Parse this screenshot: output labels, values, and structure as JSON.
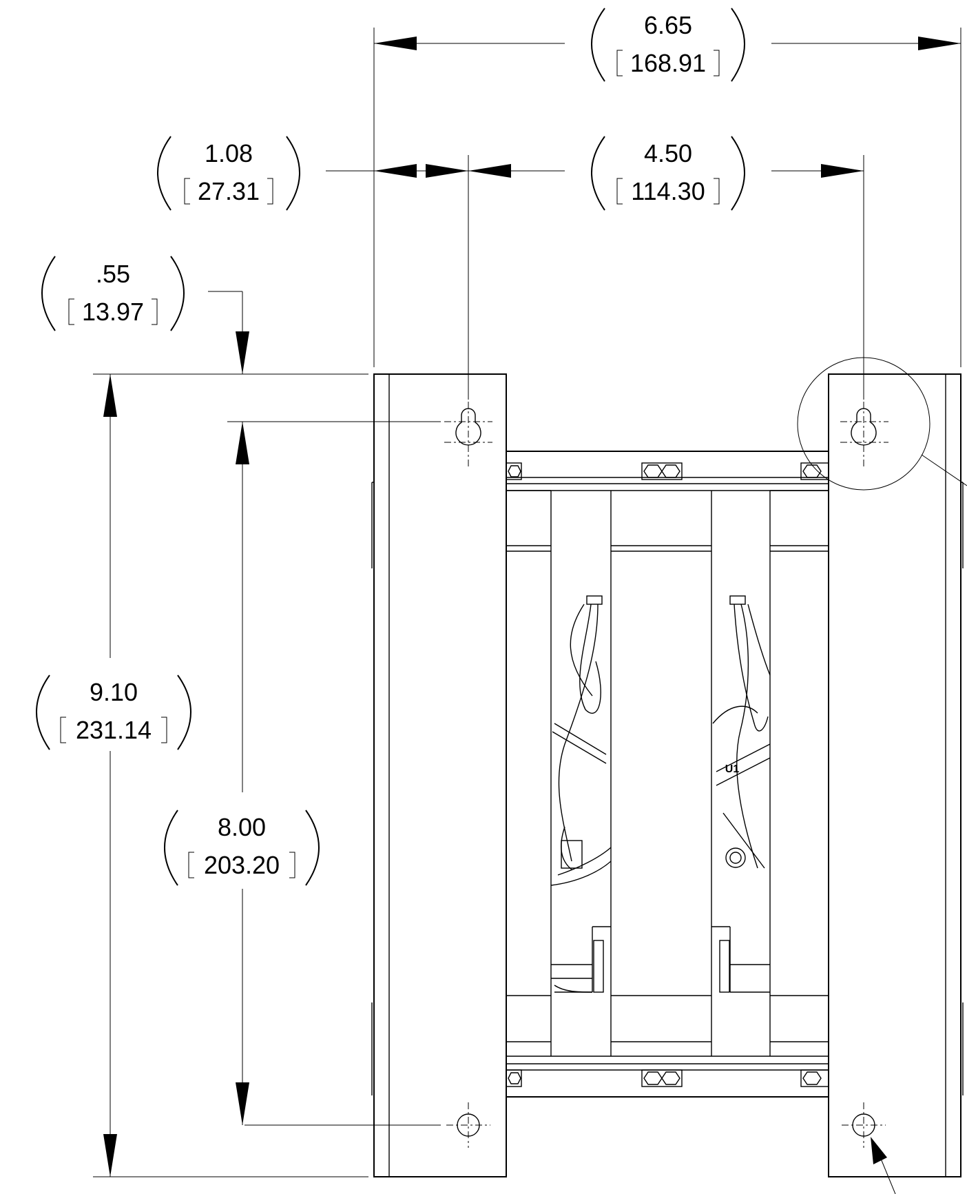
{
  "dimensions": {
    "overall_width": {
      "inch": "6.65",
      "mm": "168.91"
    },
    "edge_to_hole": {
      "inch": "1.08",
      "mm": "27.31"
    },
    "hole_spacing_horizontal": {
      "inch": "4.50",
      "mm": "114.30"
    },
    "top_to_hole": {
      "inch": ".55",
      "mm": "13.97"
    },
    "overall_height": {
      "inch": "9.10",
      "mm": "231.14"
    },
    "hole_spacing_vertical": {
      "inch": "8.00",
      "mm": "203.20"
    }
  },
  "component_label": "U1"
}
